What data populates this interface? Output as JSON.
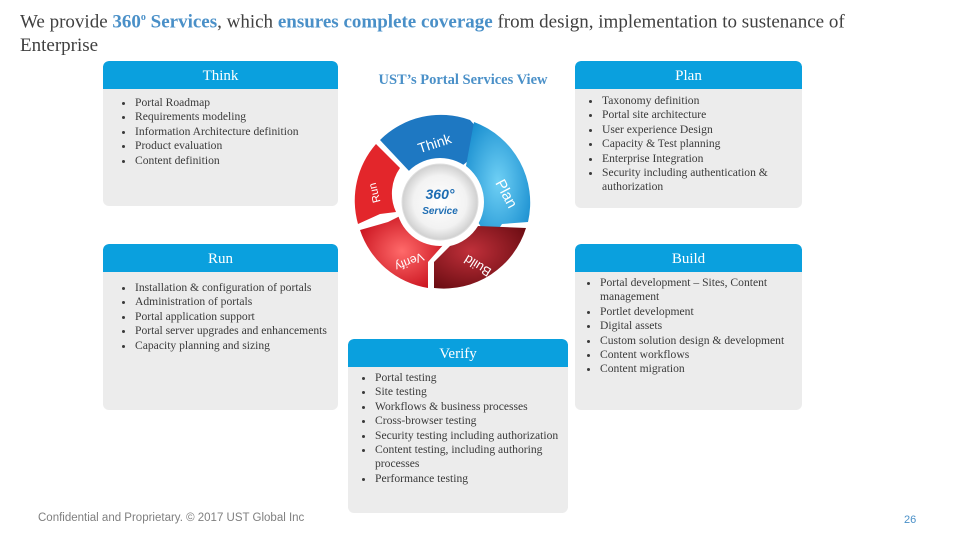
{
  "title": {
    "t1": "We provide ",
    "t2": "360",
    "t3": "o",
    "t4": " Services",
    "t5": ", which ",
    "t6": "ensures complete coverage",
    "t7": " from design, implementation to sustenance of Enterprise"
  },
  "view_title": "UST’s Portal Services View",
  "cycle": {
    "center1": "360°",
    "center2": "Service",
    "segments": [
      "Think",
      "Plan",
      "Build",
      "Verify",
      "Run"
    ]
  },
  "cards": {
    "think": {
      "title": "Think",
      "items": [
        "Portal Roadmap",
        "Requirements modeling",
        "Information Architecture definition",
        "Product evaluation",
        "Content definition"
      ]
    },
    "plan": {
      "title": "Plan",
      "items": [
        "Taxonomy definition",
        "Portal site architecture",
        "User experience Design",
        "Capacity & Test planning",
        "Enterprise Integration",
        "Security including authentication & authorization"
      ]
    },
    "run": {
      "title": "Run",
      "items": [
        "Installation & configuration of portals",
        "Administration of portals",
        "Portal application support",
        "Portal server upgrades and enhancements",
        "Capacity planning and sizing"
      ]
    },
    "build": {
      "title": "Build",
      "items": [
        "Portal development – Sites, Content management",
        "Portlet development",
        "Digital assets",
        "Custom solution design & development",
        "Content workflows",
        "Content migration"
      ]
    },
    "verify": {
      "title": "Verify",
      "items": [
        "Portal testing",
        "Site testing",
        "Workflows & business processes",
        "Cross-browser testing",
        "Security testing including authorization",
        "Content testing, including authoring processes",
        "Performance testing"
      ]
    }
  },
  "colors": {
    "accent": "#0aa0de",
    "title_highlight": "#4a90c8",
    "card_bg": "#ececec"
  },
  "footer": "Confidential and Proprietary. © 2017 UST Global Inc",
  "page_number": "26"
}
